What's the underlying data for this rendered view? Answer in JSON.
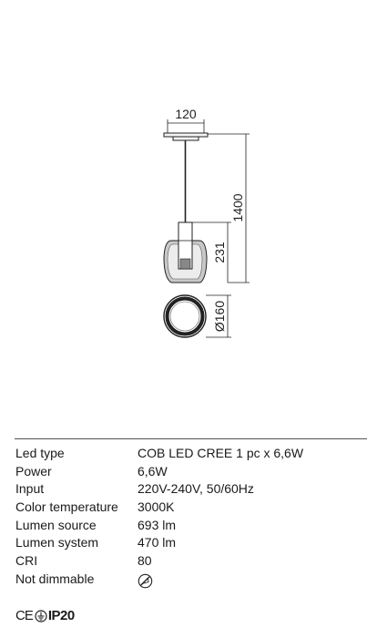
{
  "drawing": {
    "dims": {
      "canopy_width": "120",
      "total_height": "1400",
      "shade_height": "231",
      "diameter": "Ø160"
    },
    "colors": {
      "line": "#222222",
      "glass": "#c8c8c8"
    }
  },
  "specs": [
    {
      "label": "Led type",
      "value": "COB LED CREE 1 pc x 6,6W"
    },
    {
      "label": "Power",
      "value": "6,6W"
    },
    {
      "label": "Input",
      "value": "220V-240V, 50/60Hz"
    },
    {
      "label": "Color temperature",
      "value": "3000K"
    },
    {
      "label": "Lumen source",
      "value": "693 lm"
    },
    {
      "label": "Lumen system",
      "value": "470 lm"
    },
    {
      "label": "CRI",
      "value": "80"
    },
    {
      "label": "Not dimmable",
      "icon": "not-dimmable-icon"
    }
  ],
  "certifications": {
    "ce": "CE",
    "ground_icon": "ground-circle-icon",
    "ip_rating": "IP20"
  }
}
